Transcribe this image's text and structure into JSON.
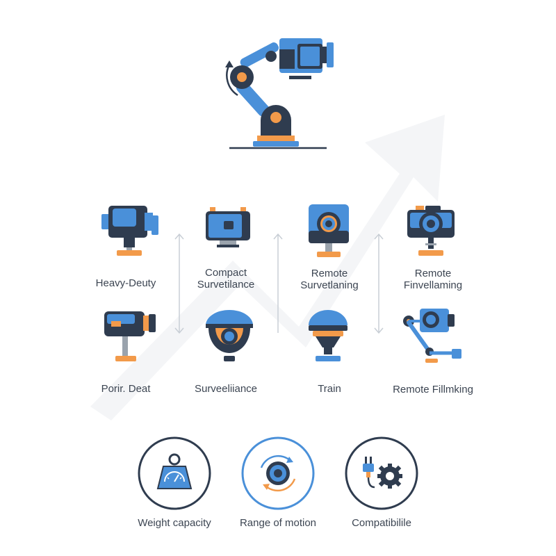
{
  "colors": {
    "blue": "#4a90d9",
    "navy": "#2f3c4f",
    "orange": "#f29a4a",
    "gray": "#9aa3ad",
    "ring_dark": "#2f3c4f",
    "ring_accent": "#4a90d9"
  },
  "hero": {
    "icon": "robotic-arm-camera-icon"
  },
  "grid": {
    "top_row": [
      {
        "icon": "cinema-camera-icon",
        "label_lines": [
          "Heavy-Deuty"
        ]
      },
      {
        "icon": "compact-camera-icon",
        "label_lines": [
          "Compact",
          "Survetilance"
        ]
      },
      {
        "icon": "action-camera-icon",
        "label_lines": [
          "Remote",
          "Survetlaning"
        ]
      },
      {
        "icon": "dslr-camera-icon",
        "label_lines": [
          "Remote",
          "Finvellaming"
        ]
      }
    ],
    "bottom_row": [
      {
        "icon": "camcorder-icon",
        "label_lines": [
          "Porir. Deat"
        ]
      },
      {
        "icon": "dome-camera-icon",
        "label_lines": [
          "Surveeliiance"
        ]
      },
      {
        "icon": "pan-tilt-head-icon",
        "label_lines": [
          "Train"
        ]
      },
      {
        "icon": "robot-arm-camera-icon",
        "label_lines": [
          "Remote Fillmking"
        ]
      }
    ]
  },
  "features": [
    {
      "icon": "weight-icon",
      "label": "Weight capacity",
      "accent_ring": false
    },
    {
      "icon": "rotation-lens-icon",
      "label": "Range of motion",
      "accent_ring": true
    },
    {
      "icon": "plug-gear-icon",
      "label": "Compatibilile",
      "accent_ring": false
    }
  ]
}
